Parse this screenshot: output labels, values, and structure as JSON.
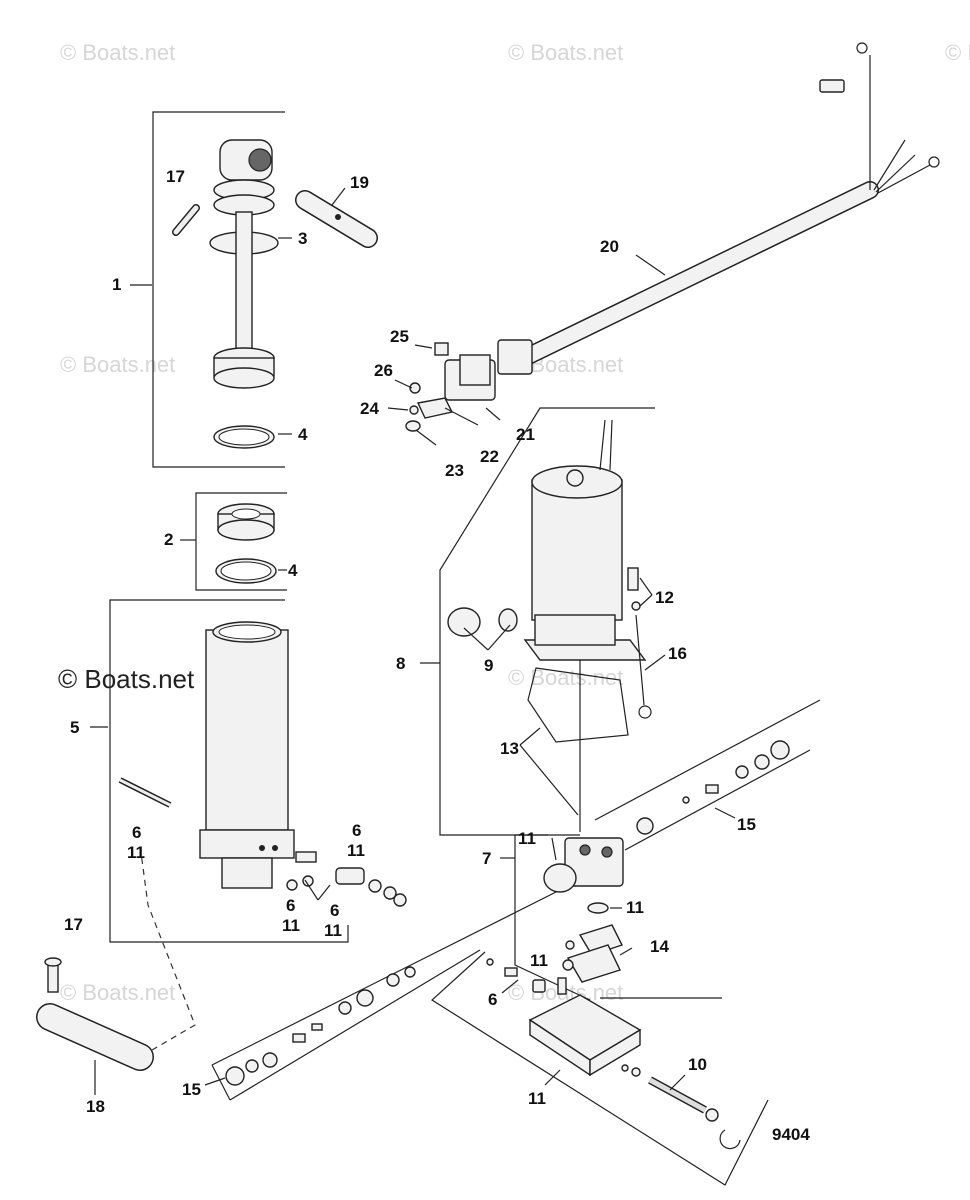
{
  "watermarks": [
    "© Boats.net",
    "© Boats.net",
    "© Boats.net",
    "© Boats.net",
    "© Boats.net",
    "© Boats.net",
    "© Boats.net",
    "© Boats.net"
  ],
  "watermark_main": "© Boats.net",
  "diagram_number": "9404",
  "callouts": [
    "17",
    "19",
    "3",
    "1",
    "4",
    "2",
    "4",
    "5",
    "6",
    "11",
    "6",
    "11",
    "6",
    "11",
    "6",
    "11",
    "17",
    "18",
    "15",
    "20",
    "25",
    "26",
    "24",
    "21",
    "22",
    "23",
    "8",
    "9",
    "12",
    "16",
    "13",
    "7",
    "11",
    "15",
    "11",
    "11",
    "14",
    "6",
    "10",
    "11"
  ]
}
